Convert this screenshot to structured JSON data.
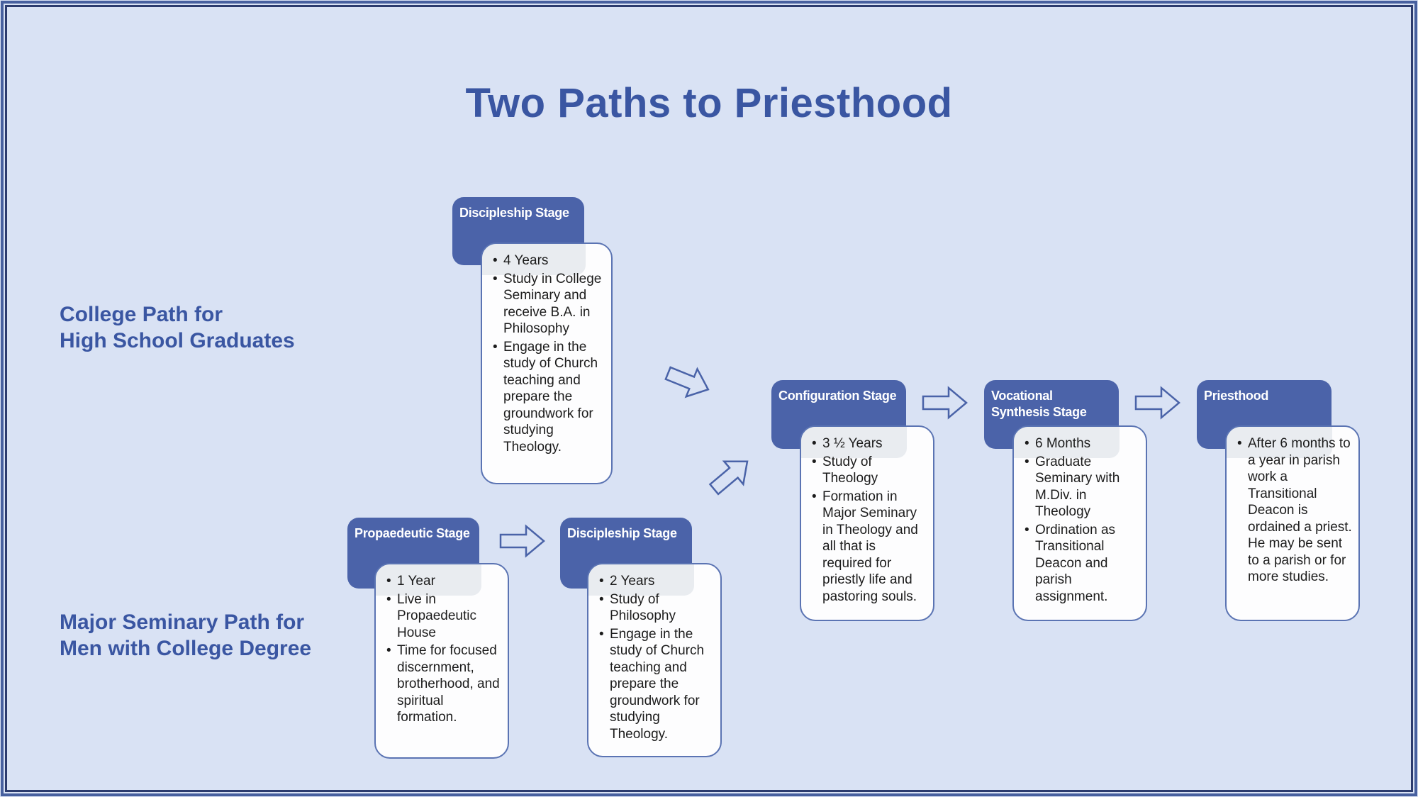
{
  "title": "Two Paths to Priesthood",
  "path_labels": {
    "college": {
      "line1": "College Path for",
      "line2": "High School Graduates"
    },
    "seminary": {
      "line1": "Major Seminary Path for",
      "line2": "Men with College Degree"
    }
  },
  "stages": {
    "discipleship_college": {
      "title": "Discipleship Stage",
      "bullets": [
        "4 Years",
        "Study in College Seminary and receive B.A. in Philosophy",
        "Engage in the study of Church teaching and prepare the groundwork for studying Theology."
      ]
    },
    "propaedeutic": {
      "title": "Propaedeutic Stage",
      "bullets": [
        "1 Year",
        "Live in Propaedeutic House",
        "Time for focused discernment, brotherhood, and spiritual formation."
      ]
    },
    "discipleship_seminary": {
      "title": "Discipleship Stage",
      "bullets": [
        "2 Years",
        "Study of Philosophy",
        "Engage in the study of Church teaching and prepare the groundwork for studying Theology."
      ]
    },
    "configuration": {
      "title": "Configuration Stage",
      "bullets": [
        "3 ½ Years",
        "Study of Theology",
        "Formation in Major Seminary in Theology and all that is required for priestly life and pastoring souls."
      ]
    },
    "vocational_synthesis": {
      "title": "Vocational Synthesis Stage",
      "bullets": [
        "6 Months",
        "Graduate Seminary with M.Div. in Theology",
        "Ordination as Transitional Deacon and parish assignment."
      ]
    },
    "priesthood": {
      "title": "Priesthood",
      "bullets": [
        "After 6 months to a year in parish work a Transitional Deacon is ordained a priest.  He may be sent to a parish or for more studies."
      ]
    }
  },
  "icons": {
    "flow_arrow": "right-block-arrow-outline"
  },
  "colors": {
    "background": "#d9e2f4",
    "frame_outer": "#47609f",
    "frame_inner": "#2b3b6e",
    "header_fill": "#4b63a9",
    "header_text": "#ffffff",
    "body_fill": "#fdfdfe",
    "body_border": "#5b74b3",
    "body_band": "#e9ecf0",
    "accent_text": "#3a56a2",
    "arrow_outline": "#4a63a8",
    "body_text": "#1c1c1c"
  }
}
